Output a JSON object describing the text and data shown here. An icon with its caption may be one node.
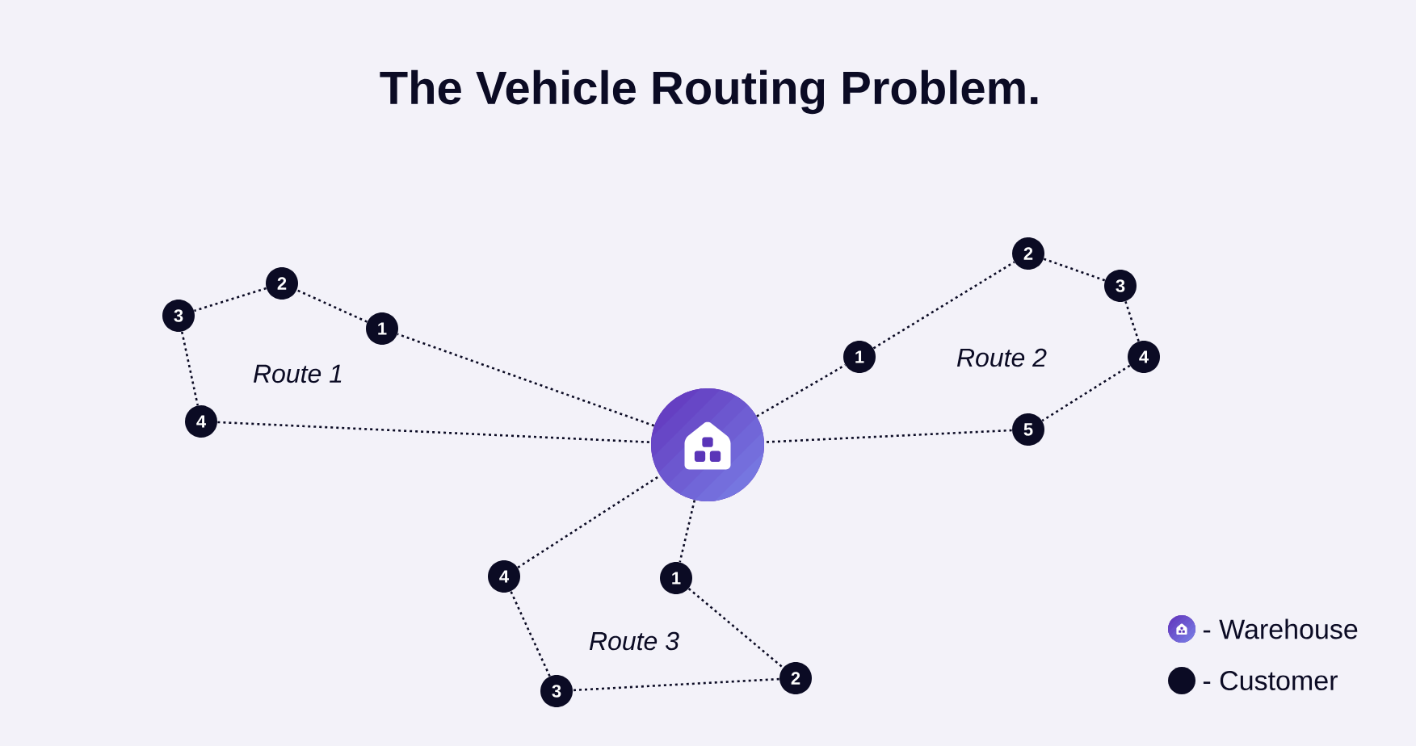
{
  "diagram": {
    "title": "The Vehicle Routing Problem.",
    "nodes": [
      {
        "text": [],
        "shape": "circle"
      },
      {
        "text": [
          "1"
        ]
      },
      {
        "text": [
          "2"
        ]
      },
      {
        "text": [
          "3"
        ]
      },
      {
        "text": [
          "4"
        ]
      },
      {
        "text": [
          "1"
        ]
      },
      {
        "text": [
          "2"
        ]
      },
      {
        "text": [
          "3"
        ]
      },
      {
        "text": [
          "4"
        ]
      },
      {
        "text": [
          "5"
        ]
      },
      {
        "text": [
          "1"
        ]
      },
      {
        "text": [
          "2"
        ]
      },
      {
        "text": [
          "3"
        ]
      },
      {
        "text": [
          "4"
        ]
      }
    ],
    "edges": [
      {
        "from": 0,
        "to": 1,
        "arrow": "none"
      },
      {
        "from": 1,
        "to": 2,
        "arrow": "none"
      },
      {
        "from": 2,
        "to": 3,
        "arrow": "none"
      },
      {
        "from": 3,
        "to": 4,
        "arrow": "none"
      },
      {
        "from": 4,
        "to": 0,
        "arrow": "none"
      },
      {
        "from": 0,
        "to": 5,
        "arrow": "none"
      },
      {
        "from": 5,
        "to": 6,
        "arrow": "none"
      },
      {
        "from": 6,
        "to": 7,
        "arrow": "none"
      },
      {
        "from": 7,
        "to": 8,
        "arrow": "none"
      },
      {
        "from": 8,
        "to": 9,
        "arrow": "none"
      },
      {
        "from": 9,
        "to": 0,
        "arrow": "none"
      },
      {
        "from": 0,
        "to": 10,
        "arrow": "none"
      },
      {
        "from": 10,
        "to": 11,
        "arrow": "none"
      },
      {
        "from": 11,
        "to": 12,
        "arrow": "none"
      },
      {
        "from": 12,
        "to": 13,
        "arrow": "none"
      },
      {
        "from": 13,
        "to": 0,
        "arrow": "none"
      }
    ],
    "labels": [
      "Route 1",
      "Route 2",
      "Route 3"
    ],
    "legend": [
      {
        "text": "- Warehouse"
      },
      {
        "text": "- Customer"
      }
    ]
  }
}
